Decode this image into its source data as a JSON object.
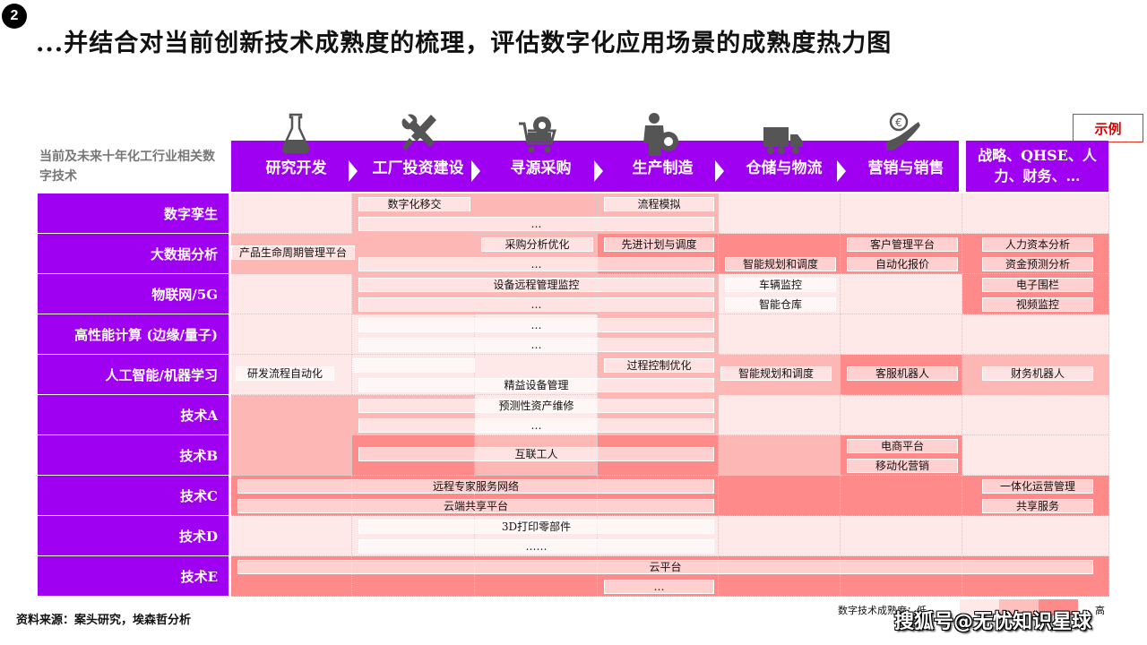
{
  "badge": "2",
  "title": "...并结合对当前创新技术成熟度的梳理，评估数字化应用场景的成熟度热力图",
  "side_caption": "当前及未来十年化工行业相关数字技术",
  "legend_button": "示例",
  "stages": [
    "研究开发",
    "工厂投资建设",
    "寻源采购",
    "生产制造",
    "仓储与物流",
    "营销与销售"
  ],
  "stage_icons": [
    "flask-icon",
    "tools-icon",
    "cart-gear-icon",
    "worker-gear-icon",
    "truck-icon",
    "hand-coin-icon"
  ],
  "support_functions": "战略、QHSE、人力、财务、…",
  "colors": {
    "purple": "#a000f2",
    "low": "#fee8e8",
    "mid": "#fdb8b6",
    "high": "#fe8a8a"
  },
  "technologies": [
    "数字孪生",
    "大数据分析",
    "物联网/5G",
    "高性能计算 (边缘/量子)",
    "人工智能/机器学习",
    "技术A",
    "技术B",
    "技术C",
    "技术D",
    "技术E"
  ],
  "maturity_levels": [
    [
      0,
      1,
      1,
      1,
      0,
      0,
      0
    ],
    [
      1,
      1,
      1,
      2,
      2,
      2,
      2
    ],
    [
      0,
      1,
      1,
      1,
      0,
      0,
      2
    ],
    [
      0,
      0,
      0,
      1,
      0,
      0,
      0
    ],
    [
      0,
      0,
      0,
      1,
      1,
      2,
      1
    ],
    [
      1,
      1,
      0,
      1,
      0,
      0,
      0
    ],
    [
      1,
      2,
      1,
      2,
      1,
      2,
      0
    ],
    [
      2,
      2,
      2,
      2,
      2,
      2,
      2
    ],
    [
      0,
      0,
      0,
      0,
      0,
      0,
      0
    ],
    [
      2,
      2,
      2,
      2,
      2,
      2,
      2
    ]
  ],
  "use_cases": [
    {
      "row": 0,
      "from": 1,
      "to": 1,
      "slot": "top",
      "text": "数字化移交"
    },
    {
      "row": 0,
      "from": 3,
      "to": 3,
      "slot": "top",
      "text": "流程模拟"
    },
    {
      "row": 0,
      "from": 1,
      "to": 3,
      "slot": "bottom",
      "text": "…"
    },
    {
      "row": 1,
      "from": 0,
      "to": 0,
      "slot": "middle",
      "text": "产品生命周期管理平台"
    },
    {
      "row": 1,
      "from": 2,
      "to": 2,
      "slot": "top",
      "text": "采购分析优化"
    },
    {
      "row": 1,
      "from": 3,
      "to": 3,
      "slot": "top",
      "text": "先进计划与调度"
    },
    {
      "row": 1,
      "from": 1,
      "to": 3,
      "slot": "bottom",
      "text": "…"
    },
    {
      "row": 1,
      "from": 4,
      "to": 4,
      "slot": "bottom",
      "text": "智能规划和调度"
    },
    {
      "row": 1,
      "from": 5,
      "to": 5,
      "slot": "top",
      "text": "客户管理平台"
    },
    {
      "row": 1,
      "from": 5,
      "to": 5,
      "slot": "bottom",
      "text": "自动化报价"
    },
    {
      "row": 1,
      "from": 6,
      "to": 6,
      "slot": "top",
      "text": "人力资本分析"
    },
    {
      "row": 1,
      "from": 6,
      "to": 6,
      "slot": "bottom",
      "text": "资金预测分析"
    },
    {
      "row": 2,
      "from": 1,
      "to": 3,
      "slot": "top",
      "text": "设备远程管理监控"
    },
    {
      "row": 2,
      "from": 1,
      "to": 3,
      "slot": "bottom",
      "text": "…"
    },
    {
      "row": 2,
      "from": 4,
      "to": 4,
      "slot": "top",
      "text": "车辆监控"
    },
    {
      "row": 2,
      "from": 4,
      "to": 4,
      "slot": "bottom",
      "text": "智能仓库"
    },
    {
      "row": 2,
      "from": 6,
      "to": 6,
      "slot": "top",
      "text": "电子围栏"
    },
    {
      "row": 2,
      "from": 6,
      "to": 6,
      "slot": "bottom",
      "text": "视频监控"
    },
    {
      "row": 3,
      "from": 1,
      "to": 3,
      "slot": "top",
      "text": "…"
    },
    {
      "row": 3,
      "from": 1,
      "to": 3,
      "slot": "bottom",
      "text": "…"
    },
    {
      "row": 4,
      "from": 0,
      "to": 0,
      "slot": "middle",
      "text": "研发流程自动化"
    },
    {
      "row": 4,
      "from": 1,
      "to": 1,
      "slot": "top",
      "text": ""
    },
    {
      "row": 4,
      "from": 3,
      "to": 3,
      "slot": "top",
      "text": "过程控制优化"
    },
    {
      "row": 4,
      "from": 1,
      "to": 3,
      "slot": "bottom",
      "text": "精益设备管理"
    },
    {
      "row": 4,
      "from": 4,
      "to": 4,
      "slot": "middle",
      "text": "智能规划和调度"
    },
    {
      "row": 4,
      "from": 5,
      "to": 5,
      "slot": "middle",
      "text": "客服机器人"
    },
    {
      "row": 4,
      "from": 6,
      "to": 6,
      "slot": "middle",
      "text": "财务机器人"
    },
    {
      "row": 5,
      "from": 1,
      "to": 3,
      "slot": "top",
      "text": "预测性资产维修"
    },
    {
      "row": 5,
      "from": 1,
      "to": 3,
      "slot": "bottom",
      "text": "…"
    },
    {
      "row": 6,
      "from": 1,
      "to": 3,
      "slot": "middle",
      "text": "互联工人"
    },
    {
      "row": 6,
      "from": 5,
      "to": 5,
      "slot": "top",
      "text": "电商平台"
    },
    {
      "row": 6,
      "from": 5,
      "to": 5,
      "slot": "bottom",
      "text": "移动化营销"
    },
    {
      "row": 7,
      "from": 0,
      "to": 3,
      "slot": "top",
      "text": "远程专家服务网络"
    },
    {
      "row": 7,
      "from": 0,
      "to": 3,
      "slot": "bottom",
      "text": "云端共享平台"
    },
    {
      "row": 7,
      "from": 6,
      "to": 6,
      "slot": "top",
      "text": "一体化运营管理"
    },
    {
      "row": 7,
      "from": 6,
      "to": 6,
      "slot": "bottom",
      "text": "共享服务"
    },
    {
      "row": 8,
      "from": 1,
      "to": 3,
      "slot": "top",
      "text": "3D打印零部件"
    },
    {
      "row": 8,
      "from": 1,
      "to": 3,
      "slot": "bottom",
      "text": "……"
    },
    {
      "row": 9,
      "from": 0,
      "to": 6,
      "slot": "top",
      "text": "云平台"
    },
    {
      "row": 9,
      "from": 3,
      "to": 3,
      "slot": "bottom",
      "text": "…"
    }
  ],
  "legend": {
    "label": "数字技术成熟度：低",
    "high": "高"
  },
  "source": "资料来源：案头研究，埃森哲分析",
  "watermark": "搜狐号@无忧知识星球"
}
